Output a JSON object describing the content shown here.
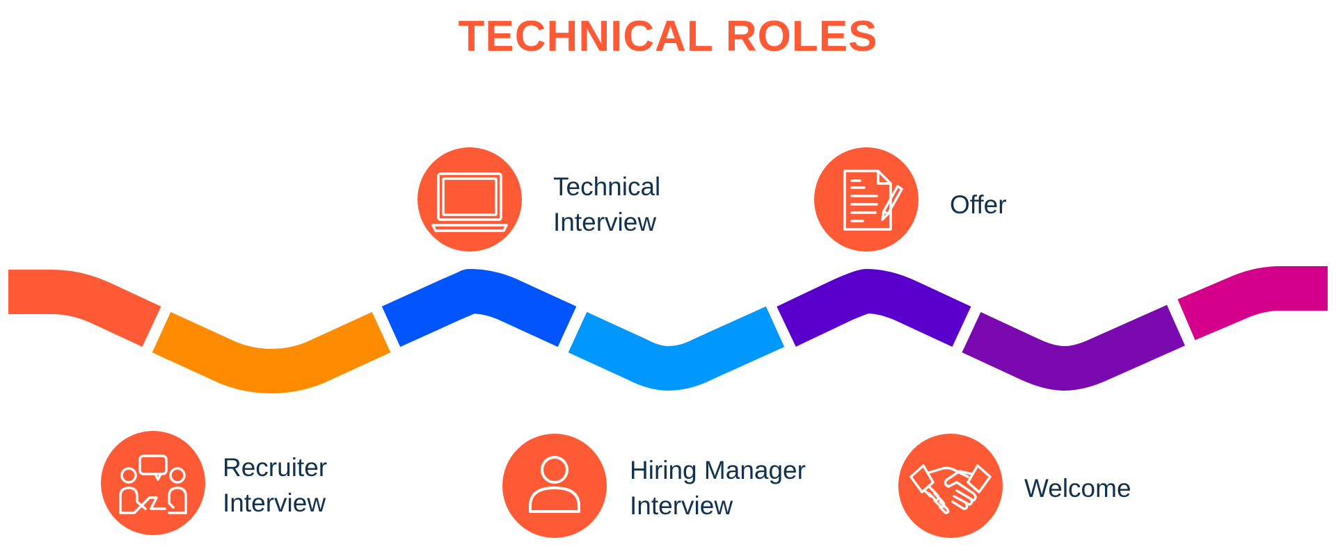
{
  "title": "TECHNICAL ROLES",
  "colors": {
    "title": "#ff5a36",
    "icon_circle": "#ff5a36",
    "icon_line": "#ffffff",
    "label_text": "#10324f"
  },
  "segment_colors": [
    "#ff5a36",
    "#ff8c00",
    "#0055ff",
    "#0098ff",
    "#5a00cc",
    "#7a0ab0",
    "#d4008c"
  ],
  "steps": [
    {
      "icon": "recruiter-meeting-icon",
      "lines": [
        "Recruiter",
        "Interview"
      ]
    },
    {
      "icon": "laptop-icon",
      "lines": [
        "Technical",
        "Interview"
      ]
    },
    {
      "icon": "user-icon",
      "lines": [
        "Hiring Manager",
        "Interview"
      ]
    },
    {
      "icon": "contract-icon",
      "lines": [
        "Offer"
      ]
    },
    {
      "icon": "handshake-icon",
      "lines": [
        "Welcome"
      ]
    }
  ]
}
